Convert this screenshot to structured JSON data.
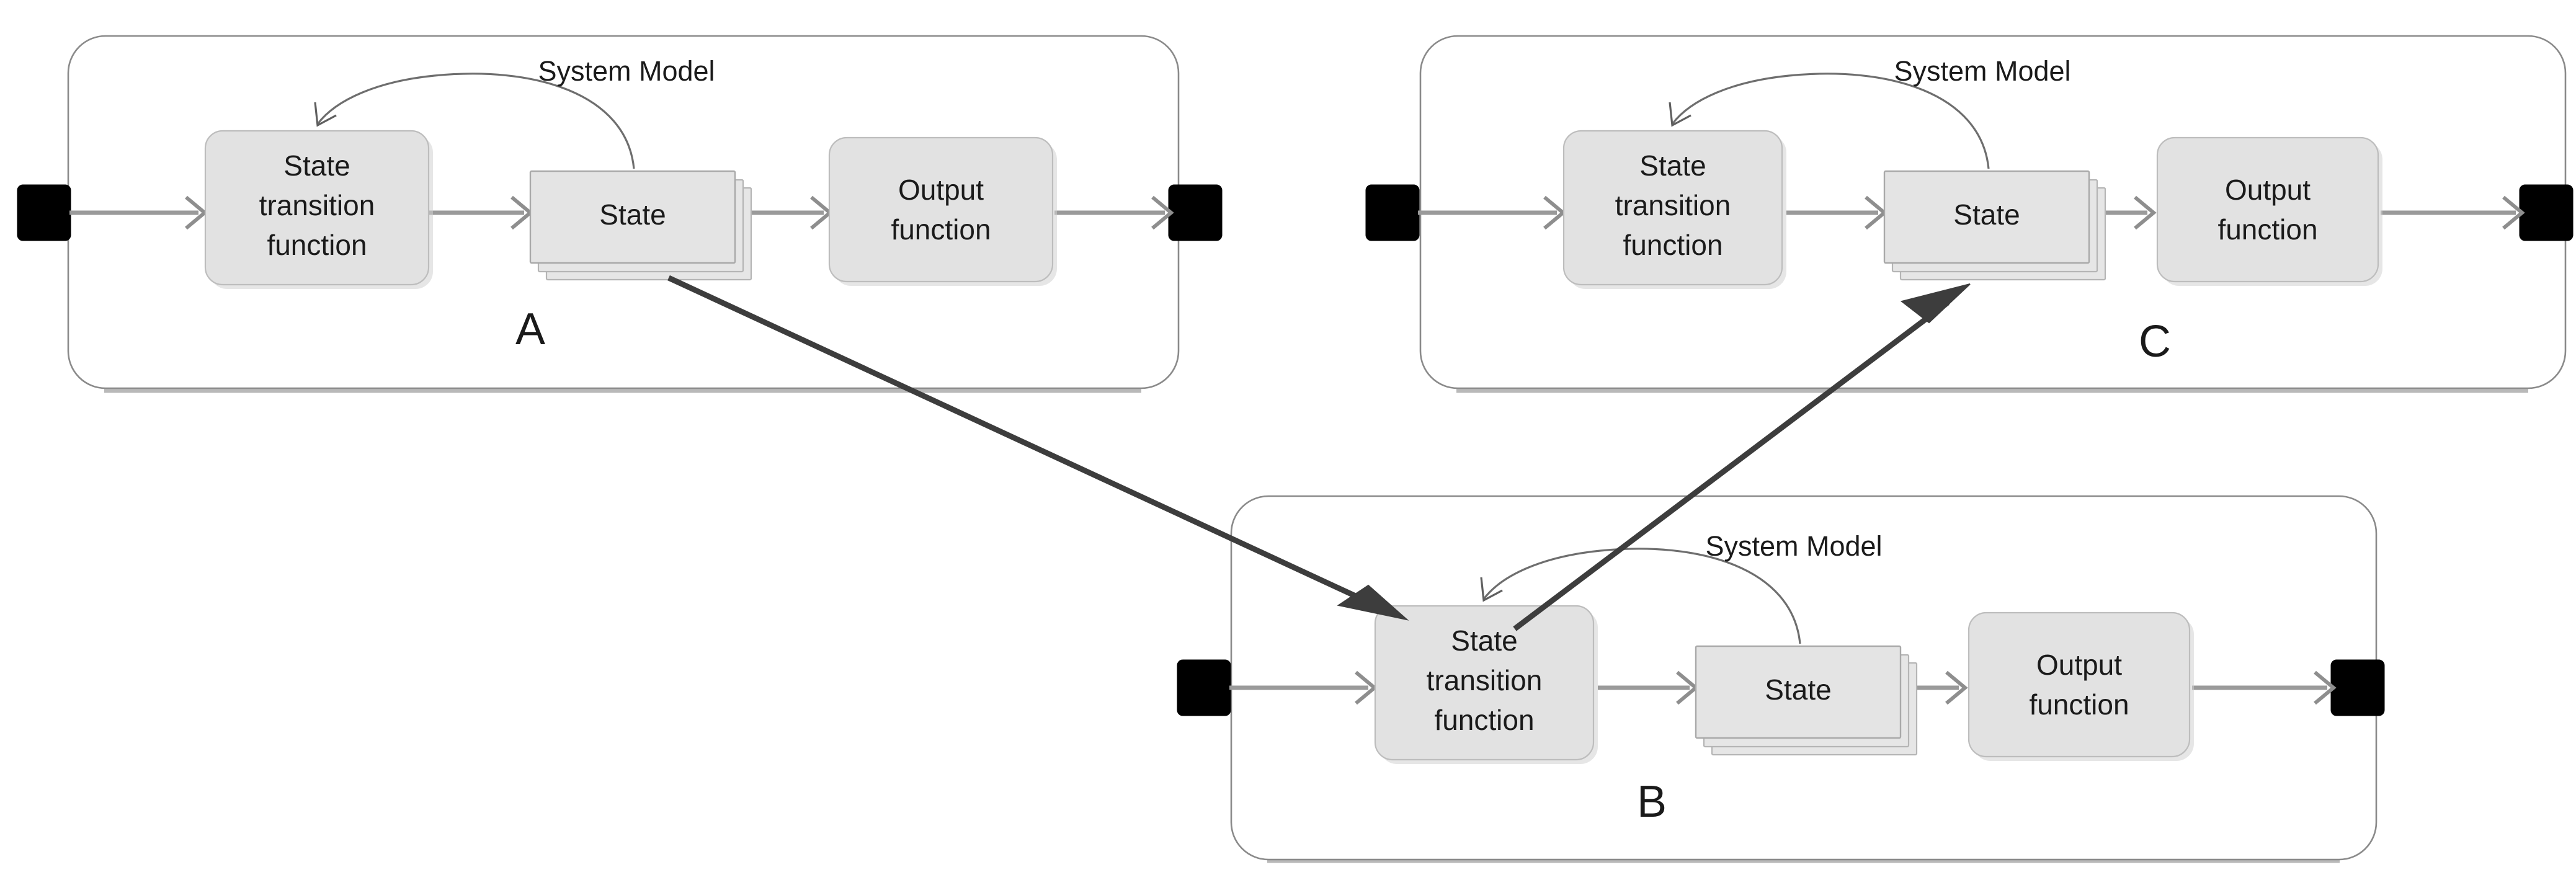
{
  "diagram": {
    "title": "Interacting system models A, B and C",
    "colors": {
      "box_fill": "#e2e2e2",
      "box_border": "#bdbdbd",
      "container_border": "#8a8a8a",
      "terminal": "#000000",
      "flow_arrow": "#9a9a9a",
      "feedback_arrow": "#6e6e6e",
      "inter_block_arrow": "#3d3d3d",
      "background": "#ffffff",
      "text": "#1a1a1a"
    },
    "blocks": [
      {
        "id": "A",
        "letter": "A",
        "system_model_label": "System Model",
        "nodes": {
          "state_transition": "State\ntransition\nfunction",
          "state_transition_lines": [
            "State",
            "transition",
            "function"
          ],
          "state_stack": "State",
          "output_function_lines": [
            "Output",
            "function"
          ]
        },
        "terminals": {
          "input": "input-terminal",
          "output": "output-terminal"
        }
      },
      {
        "id": "B",
        "letter": "B",
        "system_model_label": "System Model",
        "nodes": {
          "state_transition": "State\ntransition\nfunction",
          "state_transition_lines": [
            "State",
            "transition",
            "function"
          ],
          "state_stack": "State",
          "output_function_lines": [
            "Output",
            "function"
          ]
        },
        "terminals": {
          "input": "input-terminal",
          "output": "output-terminal"
        }
      },
      {
        "id": "C",
        "letter": "C",
        "system_model_label": "System Model",
        "nodes": {
          "state_transition": "State\ntransition\nfunction",
          "state_transition_lines": [
            "State",
            "transition",
            "function"
          ],
          "state_stack": "State",
          "output_function_lines": [
            "Output",
            "function"
          ]
        },
        "terminals": {
          "input": "input-terminal",
          "output": "output-terminal"
        }
      }
    ],
    "inter_block_arrows": [
      {
        "from": "A.state",
        "to": "B.state-transition-function",
        "label": ""
      },
      {
        "from": "B.state-transition-function",
        "to": "C.state",
        "label": ""
      }
    ],
    "text": {
      "system_model": "System Model",
      "state": "State",
      "state_l1": "State",
      "state_l2": "transition",
      "state_l3": "function",
      "output_l1": "Output",
      "output_l2": "function",
      "letter_a": "A",
      "letter_b": "B",
      "letter_c": "C"
    }
  }
}
